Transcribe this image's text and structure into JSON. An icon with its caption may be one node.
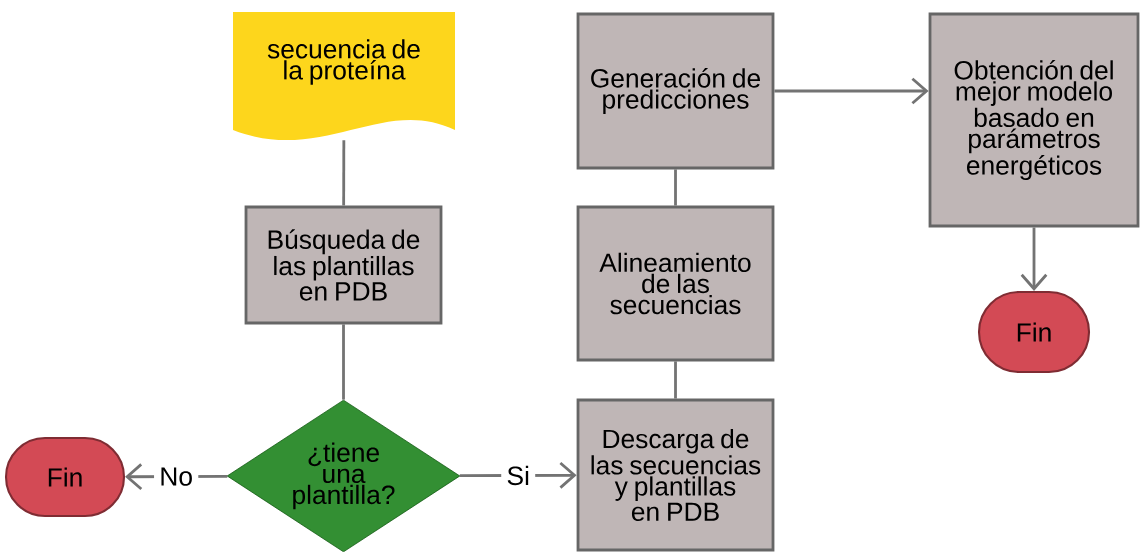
{
  "diagram": {
    "nodes": [
      {
        "text": [
          "secuencia de la proteína"
        ]
      },
      {
        "text": [
          "Búsqueda de las plantillas en PDB"
        ]
      },
      {
        "text": [
          "¿tiene una plantilla?"
        ]
      },
      {
        "text": [
          "Fin"
        ]
      },
      {
        "text": [
          "Descarga de las secuencias y plantillas en PDB"
        ]
      },
      {
        "text": [
          "Alineamiento de las secuencias"
        ]
      },
      {
        "text": [
          "Generación de predicciones"
        ]
      },
      {
        "text": [
          "Obtención del mejor modelo basado en parámetros energéticos"
        ]
      },
      {
        "text": [
          "Fin"
        ]
      }
    ],
    "edges": [
      {
        "from": 0,
        "to": 1,
        "arrow": "none"
      },
      {
        "from": 1,
        "to": 2,
        "arrow": "none"
      },
      {
        "from": 2,
        "to": 3,
        "arrow": "to",
        "label": "No"
      },
      {
        "from": 2,
        "to": 4,
        "arrow": "to",
        "label": "Si"
      },
      {
        "from": 4,
        "to": 5,
        "arrow": "none"
      },
      {
        "from": 5,
        "to": 6,
        "arrow": "none"
      },
      {
        "from": 6,
        "to": 7,
        "arrow": "to"
      },
      {
        "from": 7,
        "to": 8,
        "arrow": "to"
      }
    ]
  }
}
